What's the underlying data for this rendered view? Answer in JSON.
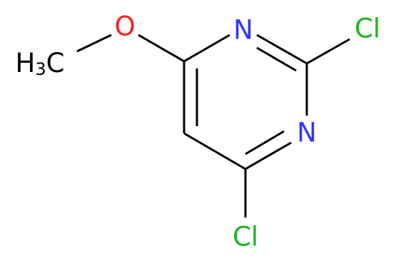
{
  "molecule": {
    "atoms": {
      "n_top": {
        "label": "N",
        "color": "#3333ff"
      },
      "n_mid": {
        "label": "N",
        "color": "#3333ff"
      },
      "cl_right": {
        "label": "Cl",
        "color": "#1fb31f"
      },
      "cl_bottom": {
        "label": "Cl",
        "color": "#1fb31f"
      },
      "oxygen": {
        "label": "O",
        "color": "#ff1f1f"
      },
      "methyl": {
        "h": "H",
        "sub": "3",
        "c": "C",
        "color": "#000000"
      }
    }
  }
}
